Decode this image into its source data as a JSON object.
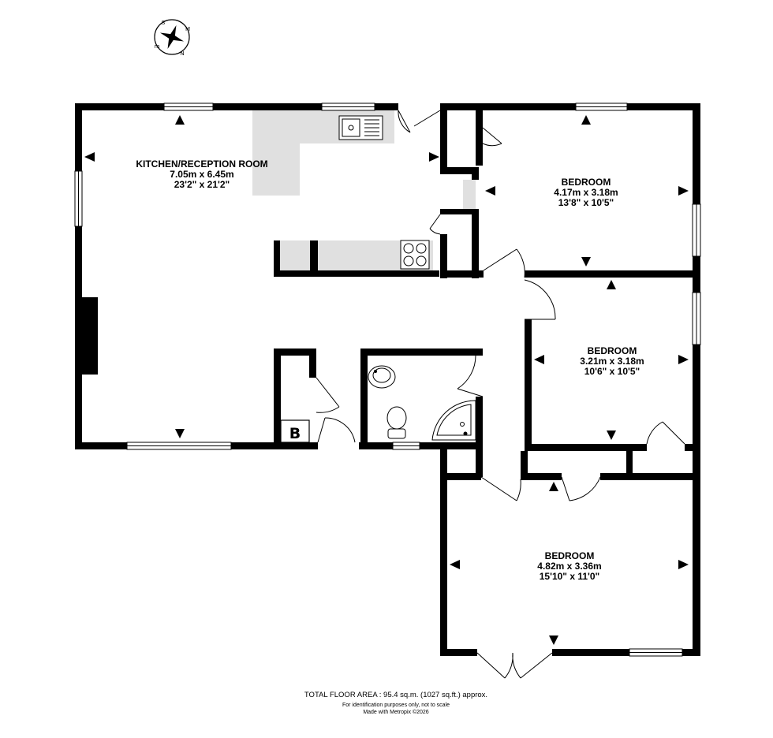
{
  "compass": {
    "icon": "compass-rose-icon",
    "letters": [
      "S",
      "M",
      "N",
      "m"
    ]
  },
  "rooms": {
    "kitchen": {
      "name": "KITCHEN/RECEPTION ROOM",
      "metric": "7.05m  x 6.45m",
      "imperial": "23'2\"  x 21'2\""
    },
    "bedroom1": {
      "name": "BEDROOM",
      "metric": "4.17m  x 3.18m",
      "imperial": "13'8\"  x 10'5\""
    },
    "bedroom2": {
      "name": "BEDROOM",
      "metric": "3.21m  x 3.18m",
      "imperial": "10'6\"  x 10'5\""
    },
    "bedroom3": {
      "name": "BEDROOM",
      "metric": "4.82m  x 3.36m",
      "imperial": "15'10\"  x 11'0\""
    }
  },
  "boiler": {
    "label": "B"
  },
  "footer": {
    "area": "TOTAL FLOOR AREA : 95.4 sq.m. (1027 sq.ft.) approx.",
    "disclaimer": "For identification purposes only, not to scale",
    "credit": "Made with Metropix ©2026"
  },
  "colors": {
    "wall": "#000000",
    "fitted": "#e0e0e0",
    "background": "#ffffff"
  }
}
